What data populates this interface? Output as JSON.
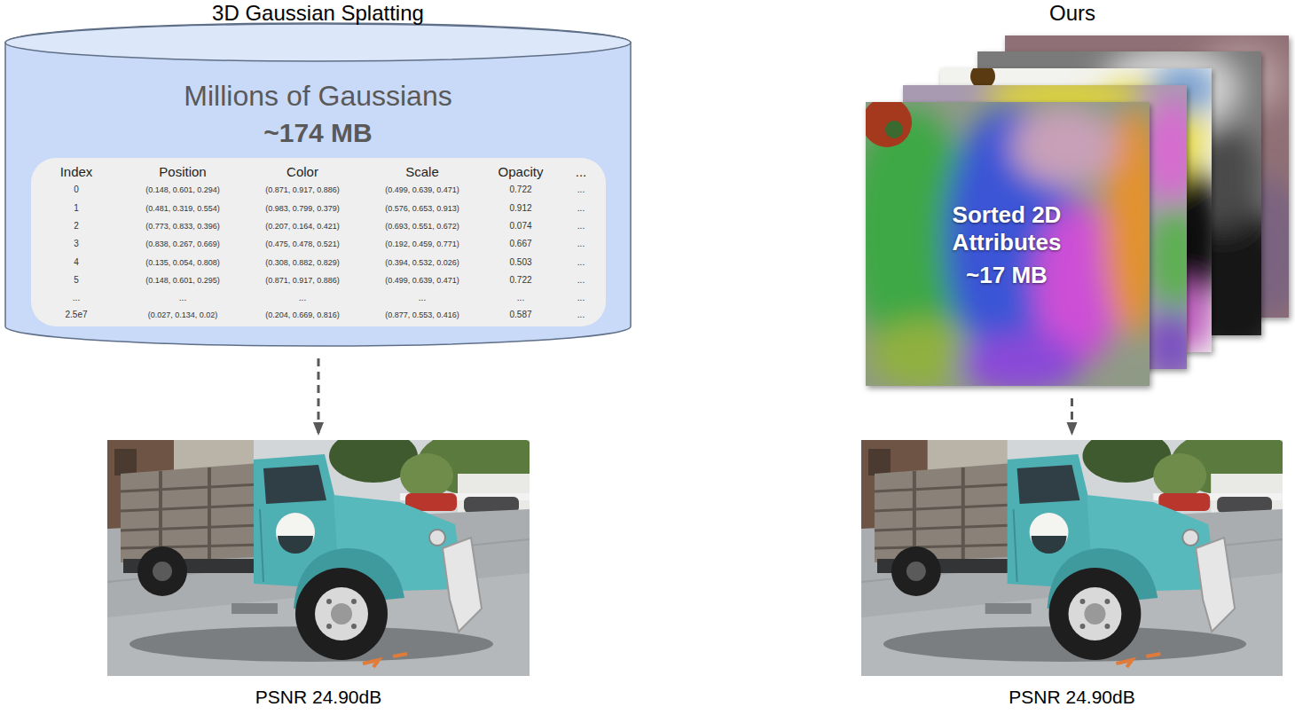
{
  "diagram": {
    "nodes": [
      {
        "text": [
          "3D Gaussian Splatting",
          "Millions of Gaussians",
          "~174 MB"
        ]
      },
      {
        "text": [
          "Index",
          "Position",
          "Color",
          "Scale",
          "Opacity",
          "...",
          "0",
          "(0.148, 0.601, 0.294)",
          "(0.871, 0.917, 0.886)",
          "(0.499, 0.639, 0.471)",
          "0.722",
          "...",
          "1",
          "(0.481, 0.319, 0.554)",
          "(0.983, 0.799, 0.379)",
          "(0.576, 0.653, 0.913)",
          "0.912",
          "...",
          "2",
          "(0.773, 0.833, 0.396)",
          "(0.207, 0.164, 0.421)",
          "(0.693, 0.551, 0.672)",
          "0.074",
          "...",
          "3",
          "(0.838, 0.267, 0.669)",
          "(0.475, 0.478, 0.521)",
          "(0.192, 0.459, 0.771)",
          "0.667",
          "...",
          "4",
          "(0.135, 0.054, 0.808)",
          "(0.308, 0.882, 0.829)",
          "(0.394, 0.532, 0.026)",
          "0.503",
          "...",
          "5",
          "(0.148, 0.601, 0.295)",
          "(0.871, 0.917, 0.886)",
          "(0.499, 0.639, 0.471)",
          "0.722",
          "...",
          "...",
          "...",
          "...",
          "...",
          "...",
          "...",
          "2.5e7",
          "(0.027, 0.134, 0.02)",
          "(0.204, 0.669, 0.816)",
          "(0.877, 0.553, 0.416)",
          "0.587",
          "..."
        ],
        "in": 0
      },
      {
        "text": [
          "Ours",
          "Sorted 2D Attributes",
          "~17 MB"
        ]
      },
      {
        "text": [
          "PSNR 24.90dB"
        ]
      },
      {
        "text": [
          "PSNR 24.90dB"
        ]
      }
    ],
    "edges": [
      {
        "from": 0,
        "to": 3,
        "arrow": "to"
      },
      {
        "from": 2,
        "to": 4,
        "arrow": "to"
      }
    ]
  }
}
